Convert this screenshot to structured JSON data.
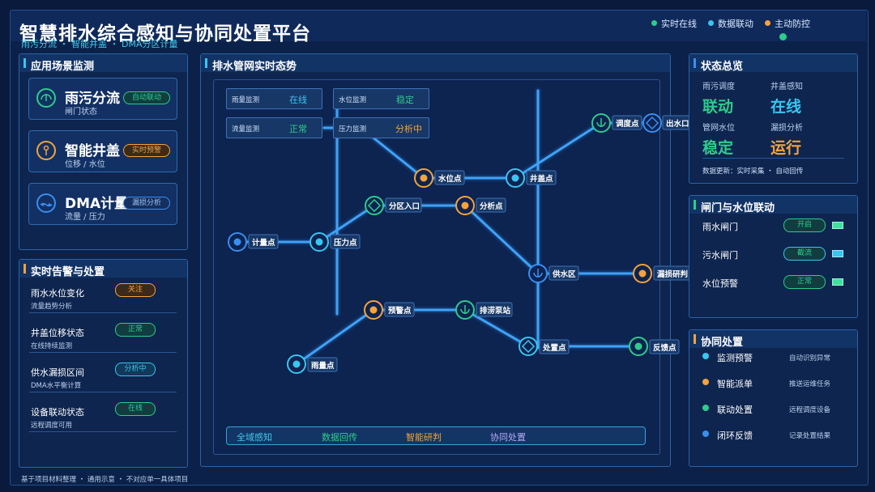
{
  "header": {
    "title": "智慧排水综合感知与协同处置平台",
    "subtitle": "雨污分流 ・ 智能井盖 ・ DMA分区计量",
    "legend": [
      {
        "label": "实时在线",
        "color": "#2ecc8a"
      },
      {
        "label": "数据联动",
        "color": "#38c6f0"
      },
      {
        "label": "主动防控",
        "color": "#f5a33a"
      }
    ]
  },
  "scenes": {
    "title": "应用场景监测",
    "items": [
      {
        "name": "雨污分流",
        "sub": "闸门状态",
        "tag": "自动联动",
        "icon": "split-flow-icon",
        "color": "#2ecc8a"
      },
      {
        "name": "智能井盖",
        "sub": "位移 / 水位",
        "tag": "实时预警",
        "icon": "manhole-icon",
        "color": "#f5a33a"
      },
      {
        "name": "DMA计量",
        "sub": "流量 / 压力",
        "tag": "漏损分析",
        "icon": "meter-icon",
        "color": "#3a8ef0"
      }
    ]
  },
  "alerts": {
    "title": "实时告警与处置",
    "items": [
      {
        "title": "雨水水位变化",
        "sub": "流量趋势分析",
        "tag": "关注",
        "color": "#f5a33a"
      },
      {
        "title": "井盖位移状态",
        "sub": "在线持续监测",
        "tag": "正常",
        "color": "#2ecc8a"
      },
      {
        "title": "供水漏损区间",
        "sub": "DMA水平衡计算",
        "tag": "分析中",
        "color": "#38c6f0"
      },
      {
        "title": "设备联动状态",
        "sub": "远程调度可用",
        "tag": "在线",
        "color": "#2ecc8a"
      }
    ]
  },
  "network": {
    "title": "排水管网实时态势",
    "monitors": [
      {
        "label": "雨量监测",
        "value": "在线",
        "color": "#38c6f0"
      },
      {
        "label": "水位监测",
        "value": "稳定",
        "color": "#2ecc8a"
      },
      {
        "label": "流量监测",
        "value": "正常",
        "color": "#2ecc8a"
      },
      {
        "label": "压力监测",
        "value": "分析中",
        "color": "#f5a33a"
      }
    ],
    "nodes": [
      {
        "label": "计量点"
      },
      {
        "label": "压力点"
      },
      {
        "label": "分区入口"
      },
      {
        "label": "分析点"
      },
      {
        "label": "水位点"
      },
      {
        "label": "井盖点"
      },
      {
        "label": "调度点"
      },
      {
        "label": "出水口"
      },
      {
        "label": "供水区"
      },
      {
        "label": "漏损研判"
      },
      {
        "label": "预警点"
      },
      {
        "label": "排涝泵站"
      },
      {
        "label": "处置点"
      },
      {
        "label": "反馈点"
      },
      {
        "label": "雨量点"
      }
    ],
    "footer": [
      {
        "label": "全域感知",
        "color": "#43c9e8"
      },
      {
        "label": "数据回传",
        "color": "#2ecc8a"
      },
      {
        "label": "智能研判",
        "color": "#f5a33a"
      },
      {
        "label": "协同处置",
        "color": "#b8a8f0"
      }
    ]
  },
  "status": {
    "title": "状态总览",
    "items": [
      {
        "label": "雨污调度",
        "value": "联动",
        "color": "#2ecc8a"
      },
      {
        "label": "井盖感知",
        "value": "在线",
        "color": "#38c6f0"
      },
      {
        "label": "管网水位",
        "value": "稳定",
        "color": "#2ecc8a"
      },
      {
        "label": "漏损分析",
        "value": "运行",
        "color": "#f5a33a"
      }
    ],
    "update": "数据更新：实时采集 ・ 自动回传"
  },
  "gates": {
    "title": "闸门与水位联动",
    "items": [
      {
        "label": "雨水闸门",
        "state": "开启"
      },
      {
        "label": "污水闸门",
        "state": "截流"
      },
      {
        "label": "水位预警",
        "state": "正常"
      }
    ]
  },
  "collab": {
    "title": "协同处置",
    "items": [
      {
        "label": "监测预警",
        "desc": "自动识别异常",
        "color": "#38c6f0"
      },
      {
        "label": "智能派单",
        "desc": "推送运维任务",
        "color": "#f5a33a"
      },
      {
        "label": "联动处置",
        "desc": "远程调度设备",
        "color": "#2ecc8a"
      },
      {
        "label": "闭环反馈",
        "desc": "记录处置结果",
        "color": "#3a8ef0"
      }
    ]
  },
  "footnote": "基于项目材料整理 ・ 通用示意 ・ 不对应单一具体项目"
}
